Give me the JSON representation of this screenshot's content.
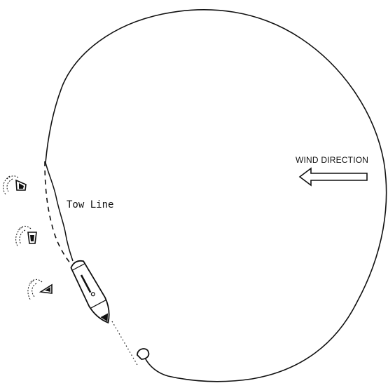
{
  "diagram": {
    "labels": {
      "wind_direction": "WIND DIRECTION",
      "tow_line": "Tow Line"
    },
    "elements": [
      {
        "name": "boom-containment-circle",
        "kind": "oil-boom line"
      },
      {
        "name": "tow-line",
        "kind": "dashed line"
      },
      {
        "name": "towing-vessel",
        "kind": "ship"
      },
      {
        "name": "anchor-buoy",
        "kind": "buoy"
      },
      {
        "name": "small-boats",
        "kind": "work boats",
        "count": 3
      },
      {
        "name": "wind-direction-arrow",
        "kind": "arrow pointing left"
      }
    ],
    "colors": {
      "ink": "#111111",
      "paper": "#ffffff"
    }
  }
}
